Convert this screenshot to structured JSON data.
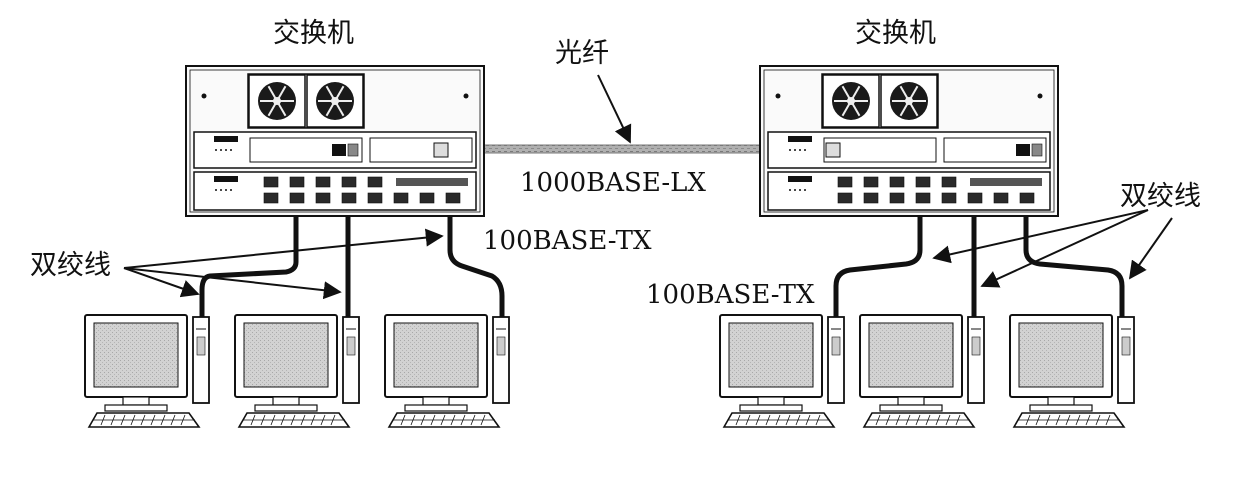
{
  "labels": {
    "switch_left": "交换机",
    "switch_right": "交换机",
    "fiber": "光纤",
    "fiber_standard": "1000BASE-LX",
    "copper_left": "100BASE-TX",
    "copper_right": "100BASE-TX",
    "twisted_pair_left": "双绞线",
    "twisted_pair_right": "双绞线"
  },
  "icons": {
    "switch": "network-switch-icon",
    "computer": "desktop-computer-icon",
    "fan": "fan-icon"
  },
  "colors": {
    "line": "#111111",
    "fiber_fill": "#9a9a9a",
    "screen": "#cfcfcf",
    "panel": "#f4f4f4"
  }
}
